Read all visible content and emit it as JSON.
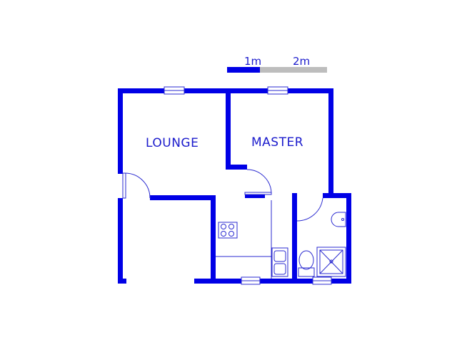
{
  "colors": {
    "wall": "#0000e6",
    "line": "#2a2ad0",
    "scale_dark": "#0000e6",
    "scale_light": "#bdbdbd",
    "text": "#1a1acc"
  },
  "scale_bar": {
    "label_1": "1m",
    "label_2": "2m"
  },
  "rooms": {
    "lounge": "LOUNGE",
    "master": "MASTER"
  }
}
